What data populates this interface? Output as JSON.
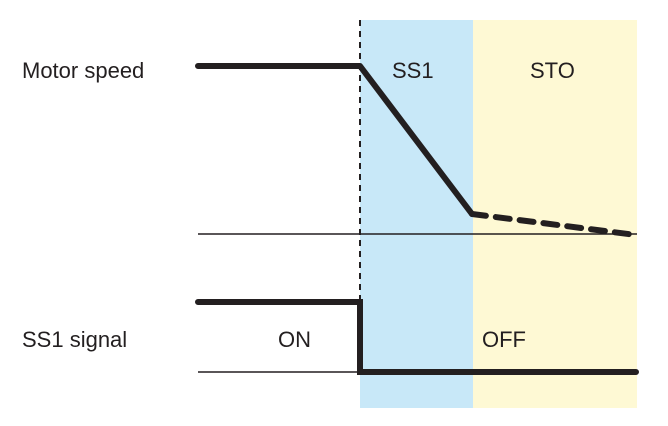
{
  "labels": {
    "motor_speed": "Motor speed",
    "ss1_signal": "SS1 signal",
    "ss1_zone": "SS1",
    "sto_zone": "STO",
    "on": "ON",
    "off": "OFF"
  },
  "colors": {
    "ss1_zone": "#c8e8f8",
    "sto_zone": "#fef9d4",
    "line": "#231f20"
  }
}
